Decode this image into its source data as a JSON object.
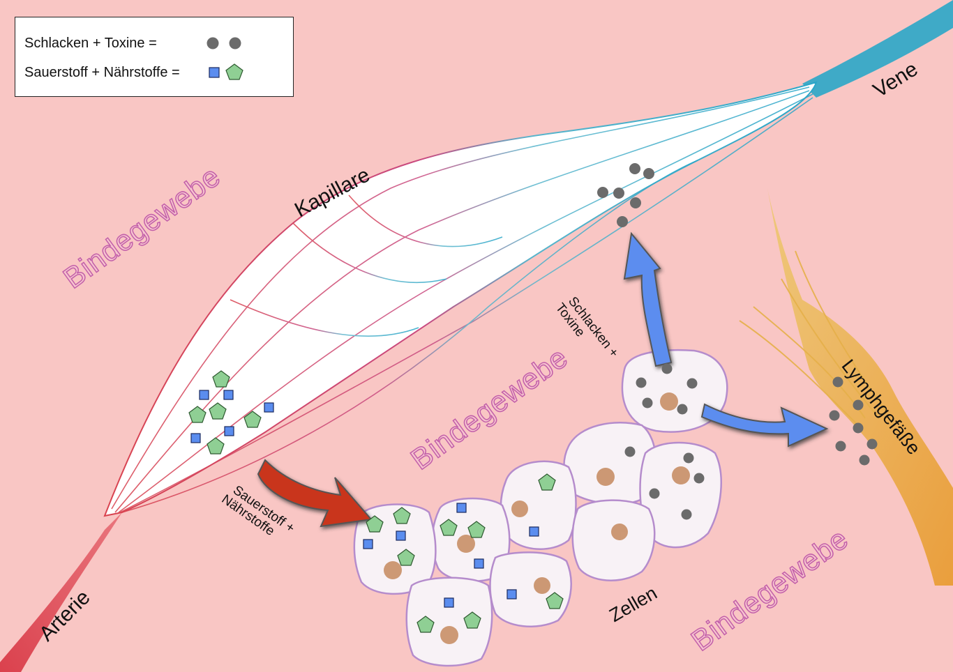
{
  "legend": {
    "waste_label": "Schlacken + Toxine =",
    "nutrient_label": "Sauerstoff + Nährstoffe =",
    "waste_color": "#6b6b6b",
    "square_color": "#5b8def",
    "pentagon_color": "#8fcf94"
  },
  "labels": {
    "arterie": "Arterie",
    "kapillare": "Kapillare",
    "vene": "Vene",
    "lymph": "Lymphgefäße",
    "zellen": "Zellen",
    "oxygen_line1": "Sauerstoff +",
    "oxygen_line2": "Nährstoffe",
    "waste_line1": "Schlacken +",
    "waste_line2": "Toxine",
    "tissue": "Bindegewebe"
  },
  "colors": {
    "background": "#f9c6c4",
    "artery": "#d9434f",
    "vein": "#2aa6c8",
    "lymph": "#e3a53c",
    "cell_fill": "#f8f2f6",
    "cell_border": "#b58ccc",
    "nucleus": "#c88f67",
    "red_arrow": "#c9341a",
    "blue_arrow": "#5b8def"
  }
}
